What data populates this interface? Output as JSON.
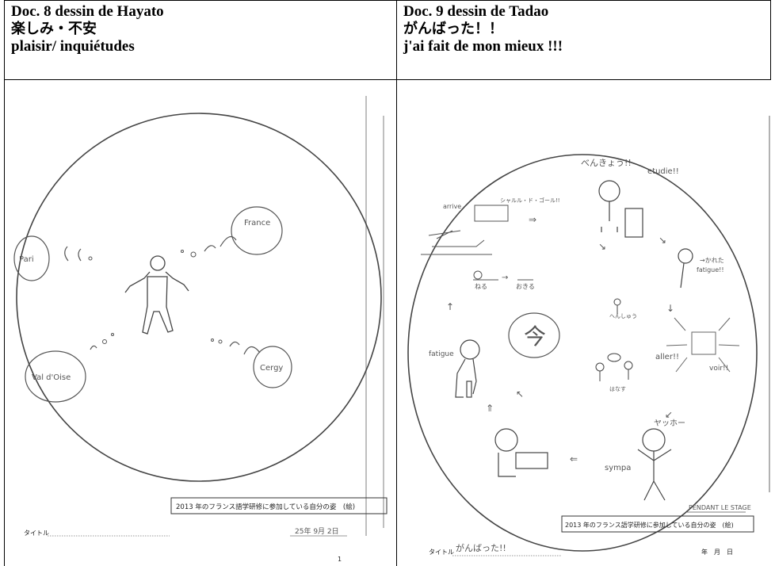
{
  "left": {
    "line1": "Doc. 8 dessin de Hayato",
    "line2": "楽しみ・不安",
    "line3": "plaisir/ inquiétudes",
    "drawing": {
      "words": [
        "Pari",
        "France",
        "Val d'Oise",
        "Cergy"
      ],
      "stamp": "2013 年のフランス語学研修に参加している自分の姿　(絵)",
      "title_label": "タイトル",
      "date": "25年 9月 2日",
      "page_no": "1"
    }
  },
  "right": {
    "line1": "Doc. 9 dessin de Tadao",
    "line2": "がんばった！！",
    "line3": "j'ai fait de mon mieux !!!",
    "drawing": {
      "words": [
        "べんきょう!!",
        "etudie!!",
        "arrive",
        "シャルル・ド・ゴール!!",
        "→かれた",
        "fatigue!!",
        "おきる",
        "ねる",
        "今",
        "へんしゅう",
        "aller!!",
        "voir!!",
        "fatigue",
        "はなす",
        "ヤッホー",
        "sympa",
        "PENDANT LE STAGE"
      ],
      "stamp": "2013 年のフランス語学研修に参加している自分の姿　(絵)",
      "title_label": "タイトル",
      "title_value": "がんばった!!",
      "date": "年　月　日"
    }
  }
}
